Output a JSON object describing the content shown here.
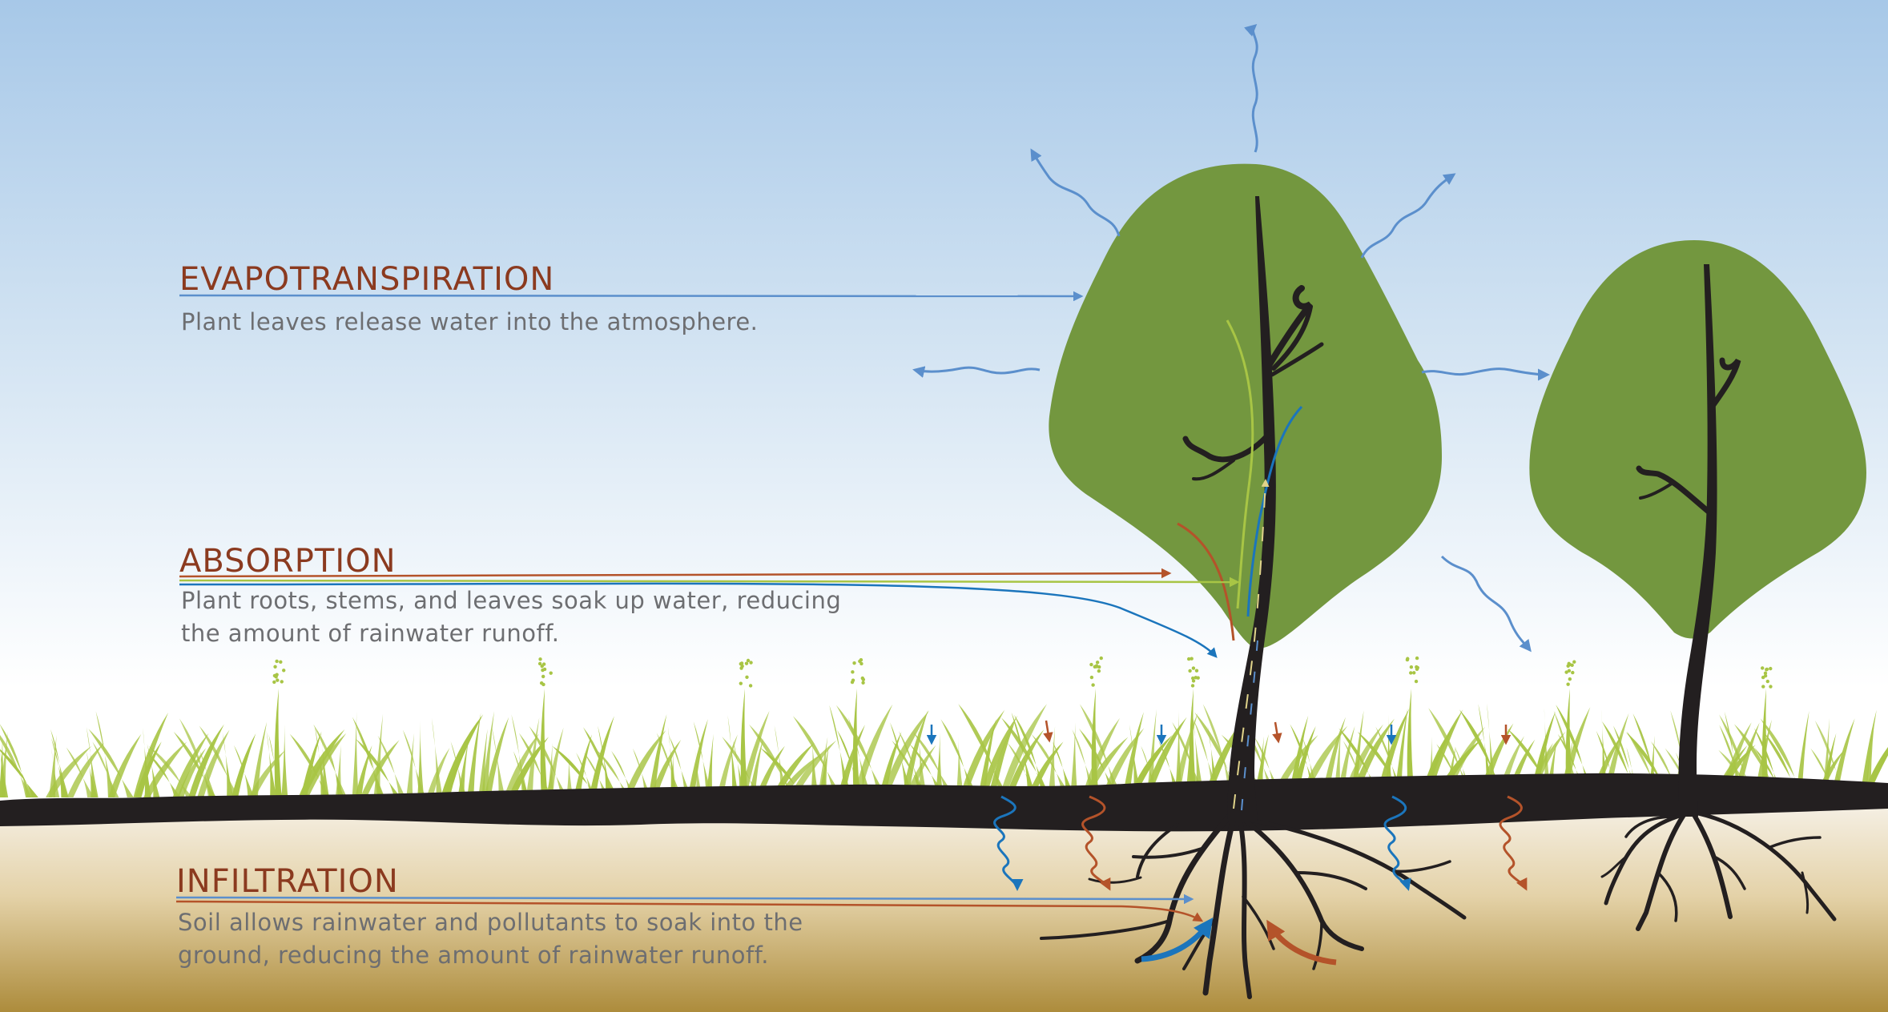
{
  "sections": {
    "evapotranspiration": {
      "title": "EVAPOTRANSPIRATION",
      "description": "Plant leaves release water into the atmosphere."
    },
    "absorption": {
      "title": "ABSORPTION",
      "description_line1": "Plant roots, stems, and leaves soak up water, reducing",
      "description_line2": "the amount of rainwater runoff."
    },
    "infiltration": {
      "title": "INFILTRATION",
      "description_line1": "Soil allows rainwater and pollutants to soak into the",
      "description_line2": "ground, reducing the amount of rainwater runoff."
    }
  },
  "colors": {
    "sky_top": "#a7c8e8",
    "sky_bottom": "#ffffff",
    "soil_top": "#f4eee3",
    "soil_bottom": "#ae8e3f",
    "ground": "#231f20",
    "foliage": "#73973f",
    "grass": "#a8c545",
    "heading": "#8b3a1f",
    "body_text": "#6d6e71",
    "water_blue": "#1b75bc",
    "evap_blue": "#5b8fcc",
    "pollutant_red": "#b4532a",
    "absorption_green": "#a8c545"
  }
}
